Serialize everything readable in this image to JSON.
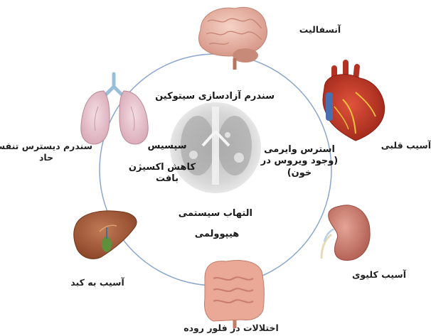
{
  "diagram": {
    "center_text": {
      "cytokine_release": "سندرم آزادسازی سیتوکین",
      "sepsis": "سپسیس",
      "hypoxia_line1": "کاهش اکسیژن",
      "hypoxia_line2": "بافت",
      "viremia_line1": "استرس وایرمی",
      "viremia_line2": "(وجود ویروس در",
      "viremia_line3": "خون)",
      "systemic_inflammation": "التهاب سیستمی",
      "hypovolemia": "هیپوولمی"
    },
    "organs": {
      "brain": "آنسفالیت",
      "heart": "آسیب قلبی",
      "kidney": "آسیب کلیوی",
      "intestine": "اختلالات در فلور روده",
      "liver": "آسیب به کبد",
      "lungs_line1": "سندرم دیسترس تنفسی",
      "lungs_line2": "حاد"
    },
    "colors": {
      "ring": "#7f9ec6",
      "brain": "#e8b4a4",
      "heart": "#c0392b",
      "kidney": "#c9776a",
      "liver": "#a0522d",
      "intestine": "#e7a08d",
      "lungs": "#e9c4cf",
      "xray_bg": "#d8d8d8"
    }
  }
}
